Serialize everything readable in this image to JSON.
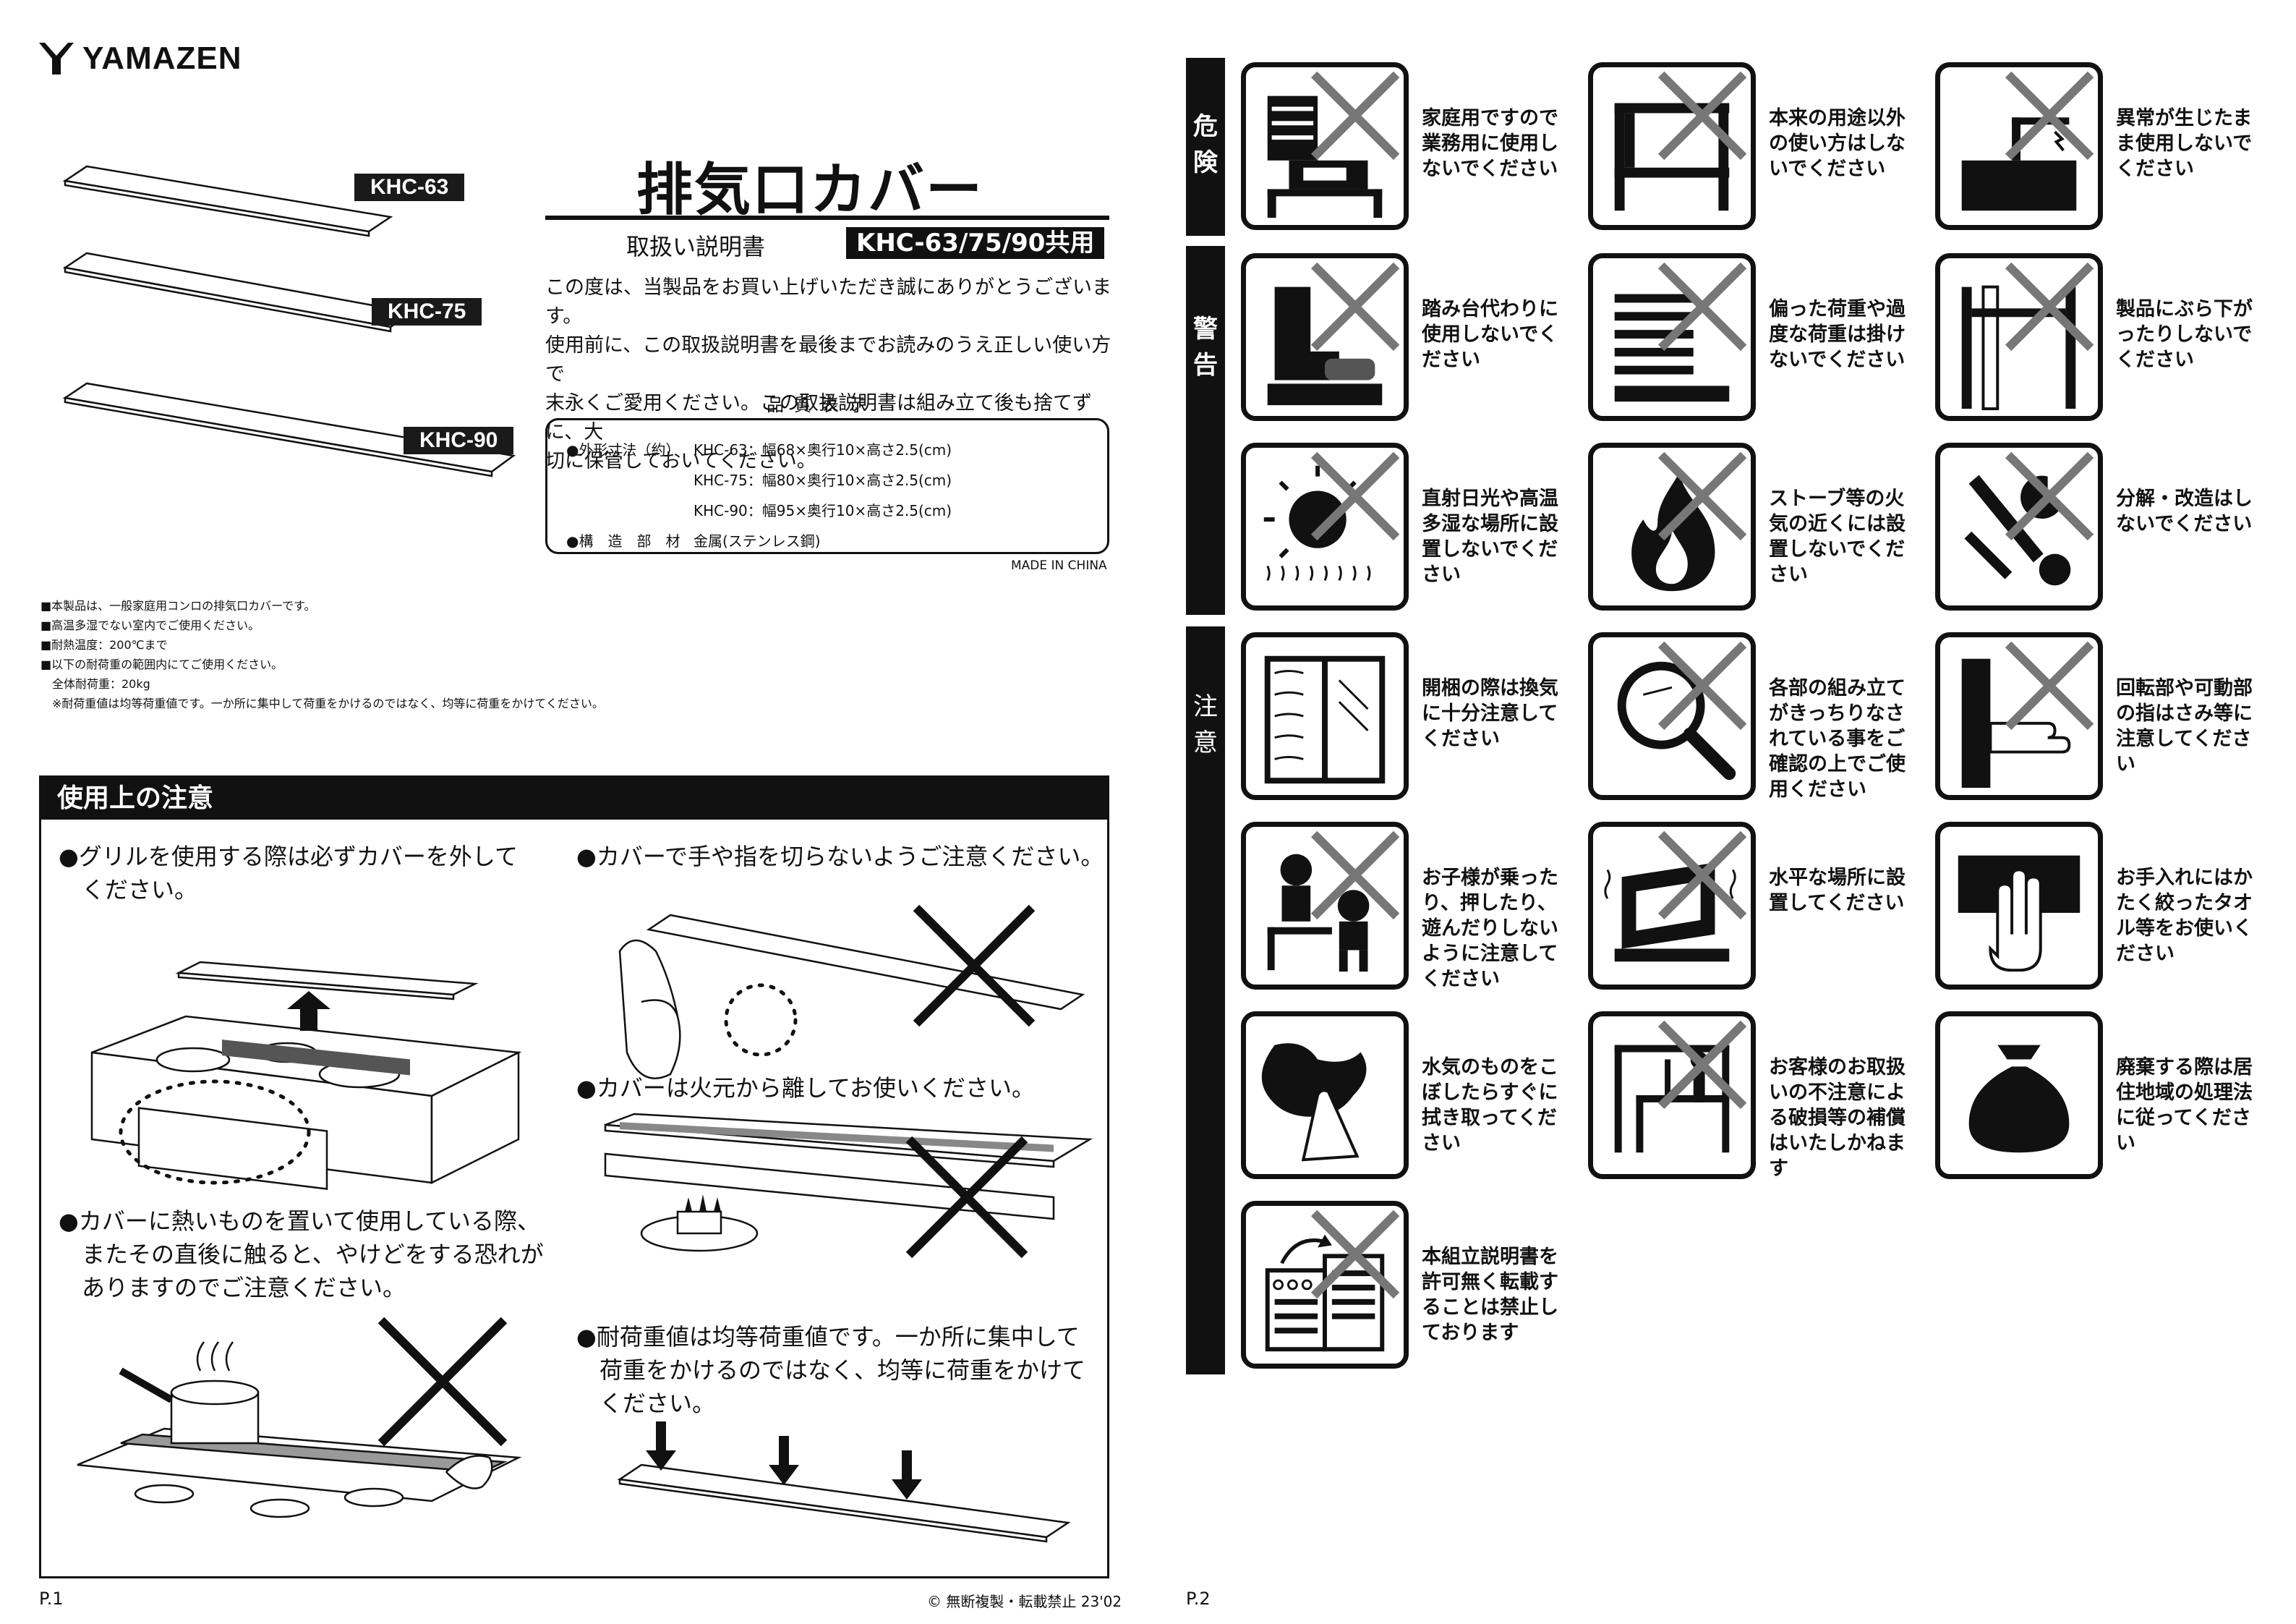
{
  "brand": {
    "name": "YAMAZEN"
  },
  "models": {
    "khc63": "KHC-63",
    "khc75": "KHC-75",
    "khc90": "KHC-90"
  },
  "header": {
    "title": "排気口カバー",
    "subtitle": "取扱い説明書",
    "models_tag": "KHC-63/75/90共用"
  },
  "intro": {
    "line1": "この度は、当製品をお買い上げいただき誠にありがとうございます。",
    "line2": "使用前に、この取扱説明書を最後までお読みのうえ正しい使い方で",
    "line3": "末永くご愛用ください。この取扱説明書は組み立て後も捨てずに、大",
    "line4": "切に保管しておいてください。"
  },
  "quality": {
    "heading": "品質表示",
    "size_label": "●外形寸法（約）",
    "size_63": "KHC-63：幅68×奥行10×高さ2.5(cm)",
    "size_75": "KHC-75：幅80×奥行10×高さ2.5(cm)",
    "size_90": "KHC-90：幅95×奥行10×高さ2.5(cm)",
    "material_label": "●構　造　部　材",
    "material": "金属(ステンレス鋼)",
    "made_in": "MADE IN CHINA"
  },
  "notes": [
    "■本製品は、一般家庭用コンロの排気口カバーです。",
    "■高温多湿でない室内でご使用ください。",
    "■耐熱温度：200℃まで",
    "■以下の耐荷重の範囲内にてご使用ください。",
    "　全体耐荷重：20kg",
    "　※耐荷重値は均等荷重値です。一か所に集中して荷重をかけるのではなく、均等に荷重をかけてください。"
  ],
  "caution": {
    "heading": "使用上の注意",
    "c1_l1": "●グリルを使用する際は必ずカバーを外して",
    "c1_l2": "ください。",
    "c2_l1": "●カバーに熱いものを置いて使用している際、",
    "c2_l2": "またその直後に触ると、やけどをする恐れが",
    "c2_l3": "ありますのでご注意ください。",
    "c3_l1": "●カバーで手や指を切らないようご注意ください。",
    "c4_l1": "●カバーは火元から離してお使いください。",
    "c5_l1": "●耐荷重値は均等荷重値です。一か所に集中して",
    "c5_l2": "荷重をかけるのではなく、均等に荷重をかけて",
    "c5_l3": "ください。"
  },
  "footer": {
    "page1": "P.1",
    "page2": "P.2",
    "copyright": "© 無断複製・転載禁止  23'02"
  },
  "sections": {
    "danger": [
      "危",
      "険"
    ],
    "warning": [
      "警",
      "告"
    ],
    "caution": [
      "注",
      "意"
    ]
  },
  "warnings": [
    {
      "icon": "commercial-use-icon",
      "lines": [
        "家庭用ですので",
        "業務用に使用し",
        "ないでください"
      ]
    },
    {
      "icon": "other-use-icon",
      "lines": [
        "本来の用途以外",
        "の使い方はしな",
        "いでください"
      ]
    },
    {
      "icon": "abnormal-icon",
      "lines": [
        "異常が生じたま",
        "ま使用しないで",
        "ください"
      ]
    },
    {
      "icon": "step-stool-icon",
      "lines": [
        "踏み台代わりに",
        "使用しないでく",
        "ださい"
      ]
    },
    {
      "icon": "uneven-load-icon",
      "lines": [
        "偏った荷重や過",
        "度な荷重は掛け",
        "ないでください"
      ]
    },
    {
      "icon": "hanging-icon",
      "lines": [
        "製品にぶら下が",
        "ったりしないで",
        "ください"
      ]
    },
    {
      "icon": "sunlight-icon",
      "lines": [
        "直射日光や高温",
        "多湿な場所に設",
        "置しないでくだ",
        "さい"
      ]
    },
    {
      "icon": "fire-icon",
      "lines": [
        "ストーブ等の火",
        "気の近くには設",
        "置しないでくだ",
        "さい"
      ]
    },
    {
      "icon": "tools-icon",
      "lines": [
        "分解・改造はし",
        "ないでください"
      ]
    },
    {
      "icon": "ventilation-icon",
      "lines": [
        "開梱の際は換気",
        "に十分注意して",
        "ください"
      ]
    },
    {
      "icon": "magnifier-icon",
      "lines": [
        "各部の組み立て",
        "がきっちりなさ",
        "れている事をご",
        "確認の上でご使",
        "用ください"
      ]
    },
    {
      "icon": "pinch-icon",
      "lines": [
        "回転部や可動部",
        "の指はさみ等に",
        "注意してくださ",
        "い"
      ]
    },
    {
      "icon": "children-icon",
      "lines": [
        "お子様が乗った",
        "り、押したり、",
        "遊んだりしない",
        "ように注意して",
        "ください"
      ]
    },
    {
      "icon": "level-place-icon",
      "lines": [
        "水平な場所に設",
        "置してください"
      ]
    },
    {
      "icon": "wipe-cloth-icon",
      "lines": [
        "お手入れにはか",
        "たく絞ったタオ",
        "ル等をお使いく",
        "ださい"
      ]
    },
    {
      "icon": "spill-icon",
      "lines": [
        "水気のものをこ",
        "ぼしたらすぐに",
        "拭き取ってくだ",
        "さい"
      ]
    },
    {
      "icon": "no-compensation-icon",
      "lines": [
        "お客様のお取扱",
        "いの不注意によ",
        "る破損等の補償",
        "はいたしかねま",
        "す"
      ]
    },
    {
      "icon": "disposal-icon",
      "lines": [
        "廃棄する際は居",
        "住地域の処理法",
        "に従ってくださ",
        "い"
      ]
    },
    {
      "icon": "no-copy-icon",
      "lines": [
        "本組立説明書を",
        "許可無く転載す",
        "ることは禁止し",
        "ております"
      ]
    }
  ]
}
